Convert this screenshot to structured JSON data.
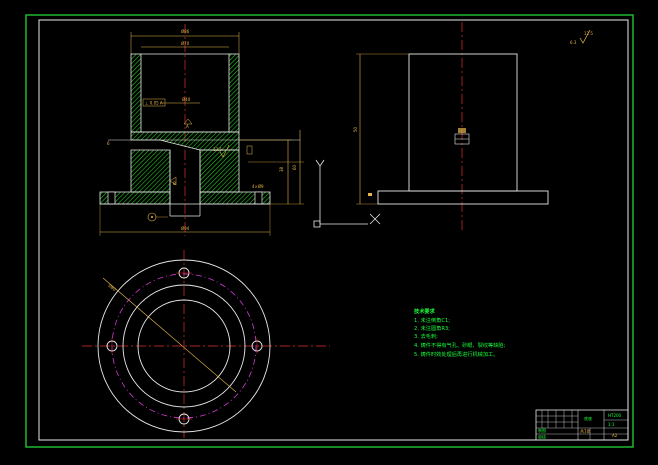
{
  "drawing": {
    "roughness_symbol": "6.3",
    "roughness_symbol_2": "12.5",
    "dims": {
      "top_width": "Ø86",
      "inner_width": "Ø70",
      "bore_label": "Ø40",
      "side_height": "38",
      "total_height": "60",
      "bottom_width": "Ø94",
      "hole_label": "4×Ø9",
      "pcd_label": "Ø80",
      "right_height": "50",
      "tag_a": "A",
      "tag_b": "B",
      "box_label_1": "⊥ 0.05 A",
      "side_tag": "6"
    },
    "axis_labels": {
      "y": "Y",
      "x": "X"
    },
    "notes": {
      "title": "技术要求",
      "lines": [
        "1. 未注倒角C1;",
        "2. 未注圆角R3;",
        "3. 去毛刺;",
        "4. 铸件不得有气孔、砂眼、裂纹等缺陷;",
        "5. 铸件时效处理后再进行机械加工。"
      ]
    },
    "title_block": {
      "name": "底座",
      "material": "HT200",
      "scale": "1:1",
      "sheet": "共1张",
      "drawer": "制图",
      "checker": "审核",
      "company": "A2"
    }
  },
  "colors": {
    "frame_green": "#1fb82f",
    "border_white": "#e8e8e8",
    "hatch_green": "#2ad12a",
    "center_red": "#e23030",
    "dim_yellow": "#e6b64a",
    "magenta": "#d23ad8",
    "note_green": "#19ff3a"
  }
}
